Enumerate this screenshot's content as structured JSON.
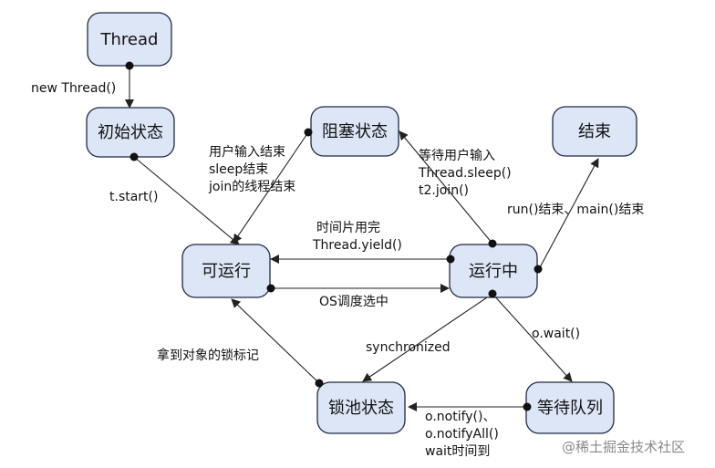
{
  "nodes": {
    "thread": "Thread",
    "initial": "初始状态",
    "blocked": "阻塞状态",
    "end": "结束",
    "runnable": "可运行",
    "running": "运行中",
    "lockpool": "锁池状态",
    "waitqueue": "等待队列"
  },
  "edges": {
    "new_thread": "new Thread()",
    "start": "t.start()",
    "blocked_to_runnable": [
      "用户输入结束",
      "sleep结束",
      "join的线程结束"
    ],
    "running_to_blocked": [
      "等待用户输入",
      "Thread.sleep()",
      "t2.join()"
    ],
    "running_to_end": "run()结束、main()结束",
    "running_to_runnable": [
      "时间片用完",
      "Thread.yield()"
    ],
    "runnable_to_running": "OS调度选中",
    "running_to_lockpool": "synchronized",
    "running_to_waitqueue": "o.wait()",
    "lockpool_to_runnable": "拿到对象的锁标记",
    "waitqueue_to_lockpool": [
      "o.notify()、",
      "o.notifyAll()",
      "wait时间到"
    ]
  },
  "watermark": "@稀土掘金技术社区"
}
